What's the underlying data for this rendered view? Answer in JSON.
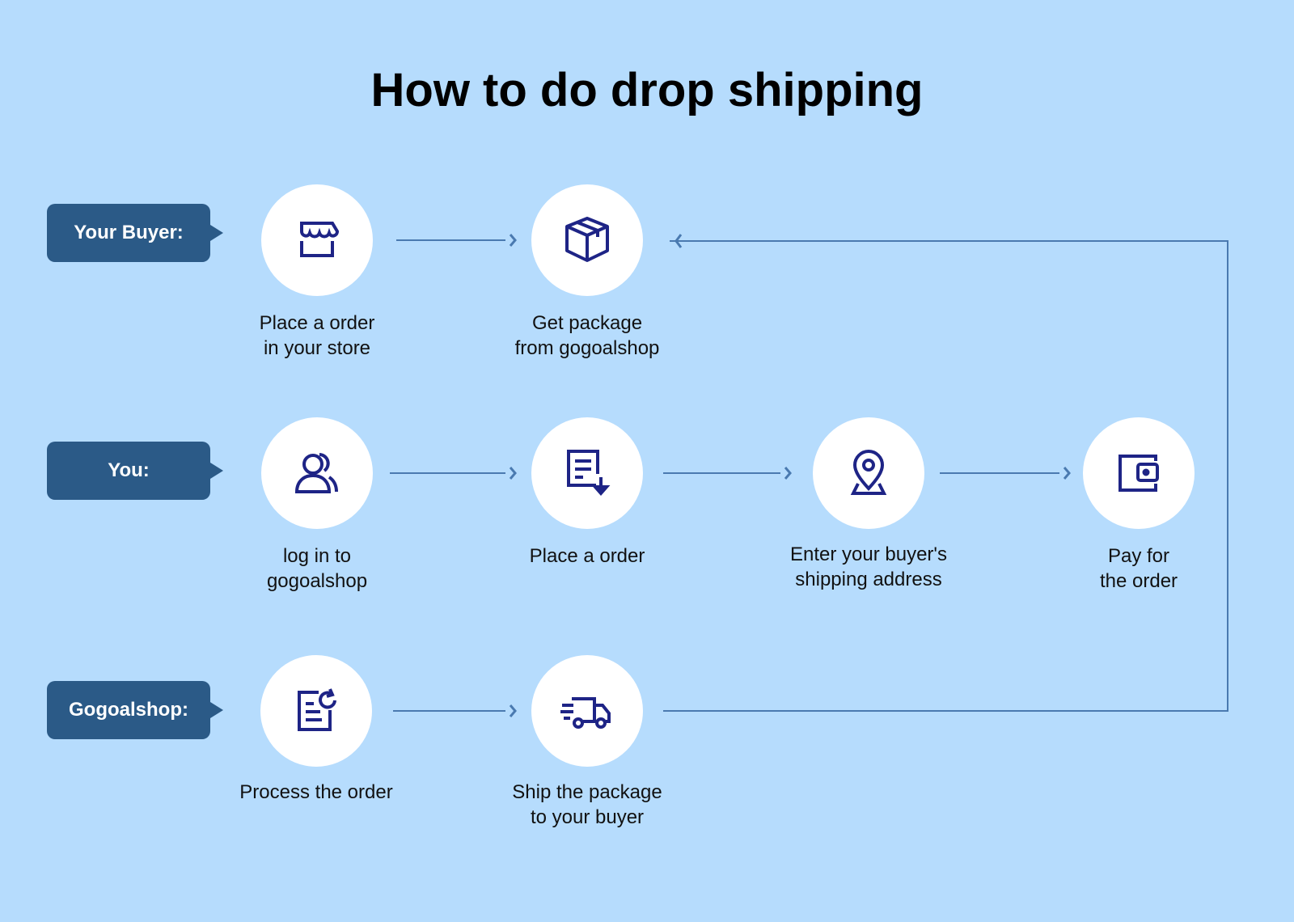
{
  "title": "How to do drop shipping",
  "colors": {
    "background": "#b6dcfd",
    "role": "#2b5a87",
    "icon": "#1e2486",
    "connector": "#4a7ab0"
  },
  "rows": [
    {
      "role": "Your Buyer:",
      "steps": [
        {
          "icon": "store-icon",
          "line1": "Place a order",
          "line2": "in your store"
        },
        {
          "icon": "package-icon",
          "line1": "Get package",
          "line2": "from gogoalshop"
        }
      ]
    },
    {
      "role": "You:",
      "steps": [
        {
          "icon": "user-icon",
          "line1": "log in to",
          "line2": "gogoalshop"
        },
        {
          "icon": "order-download-icon",
          "line1": "Place a order",
          "line2": ""
        },
        {
          "icon": "location-pin-icon",
          "line1": "Enter your buyer's",
          "line2": "shipping address"
        },
        {
          "icon": "wallet-icon",
          "line1": "Pay for",
          "line2": "the order"
        }
      ]
    },
    {
      "role": "Gogoalshop:",
      "steps": [
        {
          "icon": "process-document-icon",
          "line1": "Process the order",
          "line2": ""
        },
        {
          "icon": "delivery-truck-icon",
          "line1": "Ship the package",
          "line2": "to your buyer"
        }
      ]
    }
  ]
}
